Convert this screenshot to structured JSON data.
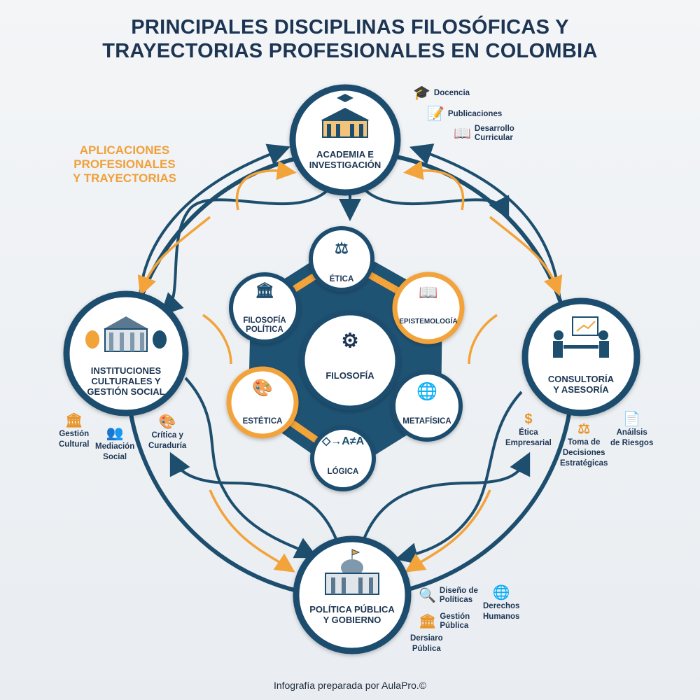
{
  "title": {
    "line1": "PRINCIPALES DISCIPLINAS FILOSÓFICAS Y",
    "line2": "TRAYECTORIAS PROFESIONALES EN COLOMBIA"
  },
  "side_title": {
    "line1": "APLICACIONES",
    "line2": "PROFESIONALES",
    "line3": "Y TRAYECTORIAS"
  },
  "colors": {
    "navy": "#1d4e6e",
    "orange": "#f2a33a"
  },
  "center": {
    "label": "FILOSOFÍA",
    "icon": "head-gears-icon"
  },
  "disciplines": [
    {
      "label": "ÉTICA",
      "icon": "scales-icon"
    },
    {
      "label": "EPISTEMOLOGÍA",
      "icon": "book-magnifier-icon"
    },
    {
      "label": "METAFÍSICA",
      "icon": "globe-question-icon"
    },
    {
      "label": "LÓGICA",
      "icon": "flowchart-icon"
    },
    {
      "label": "ESTÉTICA",
      "icon": "palette-icon"
    },
    {
      "label": "FILOSOFÍA POLÍTICA",
      "icon": "capitol-gavel-icon"
    }
  ],
  "careers": {
    "academia": {
      "label1": "ACADEMIA E",
      "label2": "INVESTIGACIÓN",
      "icon": "university-icon",
      "items": [
        {
          "label": "Docencia",
          "icon": "graduation-cap-icon"
        },
        {
          "label": "Publicaciones",
          "icon": "document-pen-icon"
        },
        {
          "label1": "Desarrollo",
          "label2": "Curricular",
          "icon": "open-book-icon"
        }
      ]
    },
    "cultura": {
      "label1": "INSTITUCIONES",
      "label2": "CULTURALES Y",
      "label3": "GESTIÓN SOCIAL",
      "icon": "museum-masks-icon",
      "items": [
        {
          "label1": "Gestión",
          "label2": "Cultural",
          "icon": "museum-icon"
        },
        {
          "label1": "Mediación",
          "label2": "Social",
          "icon": "people-icon"
        },
        {
          "label1": "Crítica y",
          "label2": "Curaduría",
          "icon": "palette-icon"
        }
      ]
    },
    "consultoria": {
      "label1": "CONSULTORÍA",
      "label2": "Y ASESORÍA",
      "icon": "meeting-icon",
      "items": [
        {
          "label1": "Ética",
          "label2": "Empresarial",
          "icon": "hand-coin-icon"
        },
        {
          "label1": "Toma de",
          "label2": "Decisiones",
          "label3": "Estratégicas",
          "icon": "scales-icon"
        },
        {
          "label1": "Anáilsis",
          "label2": "de Riesgos",
          "icon": "document-check-icon"
        }
      ]
    },
    "politica": {
      "label1": "POLÍTICA PÚBLICA",
      "label2": "Y GOBIERNO",
      "icon": "government-building-icon",
      "items": [
        {
          "label1": "Diseño de",
          "label2": "Políticas",
          "icon": "magnifier-gear-icon"
        },
        {
          "label1": "Gestión",
          "label2": "Pública",
          "icon": "building-icon"
        },
        {
          "label1": "Derechos",
          "label2": "Humanos",
          "icon": "hands-globe-icon"
        },
        {
          "label1": "Dersiaro",
          "label2": "Pública",
          "icon": "building-flag-icon"
        }
      ]
    }
  },
  "footer": "Infografía preparada por AulaPro.©"
}
